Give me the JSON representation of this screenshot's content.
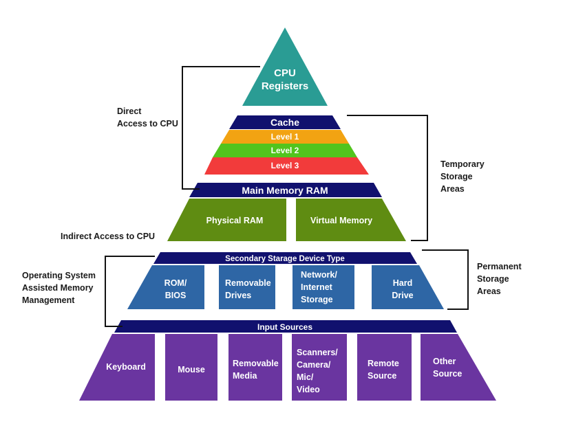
{
  "colors": {
    "teal": "#2a9c94",
    "navy": "#11116e",
    "orange": "#f2a312",
    "green_bright": "#52c41d",
    "red": "#f23b3b",
    "olive_green": "#5f8c12",
    "steel_blue": "#2e66a5",
    "purple": "#6a35a0"
  },
  "pyramid": {
    "cpu": {
      "line1": "CPU",
      "line2": "Registers"
    },
    "cache": {
      "title": "Cache",
      "levels": [
        "Level 1",
        "Level 2",
        "Level 3"
      ]
    },
    "main_memory": {
      "title": "Main Memory RAM",
      "blocks": [
        "Physical RAM",
        "Virtual Memory"
      ]
    },
    "secondary": {
      "title": "Secondary Starage Device Type",
      "blocks": [
        [
          "ROM/",
          "BIOS"
        ],
        [
          "Removable",
          "Drives"
        ],
        [
          "Network/",
          "Internet",
          "Storage"
        ],
        [
          "Hard",
          "Drive"
        ]
      ]
    },
    "input": {
      "title": "Input Sources",
      "blocks": [
        [
          "Keyboard"
        ],
        [
          "Mouse"
        ],
        [
          "Removable",
          "Media"
        ],
        [
          "Scanners/",
          "Camera/",
          "Mic/",
          "Video"
        ],
        [
          "Remote",
          "Source"
        ],
        [
          "Other",
          "Source"
        ]
      ]
    }
  },
  "annotations": {
    "direct": [
      "Direct",
      "Access to CPU"
    ],
    "indirect": "Indirect Access to CPU",
    "os_assisted": [
      "Operating System",
      "Assisted Memory",
      "Management"
    ],
    "temporary": [
      "Temporary",
      "Storage",
      "Areas"
    ],
    "permanent": [
      "Permanent",
      "Storage",
      "Areas"
    ]
  }
}
